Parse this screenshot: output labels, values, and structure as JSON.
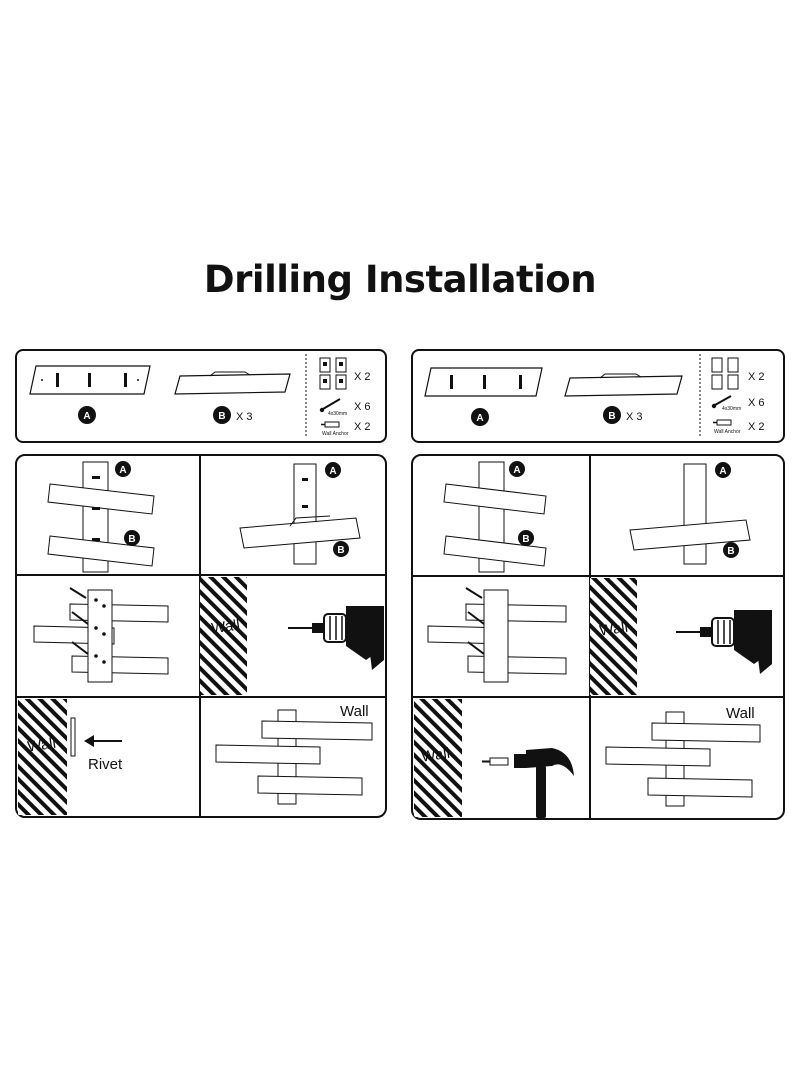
{
  "title": "Drilling Installation",
  "labels": {
    "part_a": "A",
    "part_b": "B",
    "times_two": "X 2",
    "times_three": "X 3",
    "times_six": "X 6",
    "screw": "4x30mm",
    "wall_anchor": "Wall Anchor",
    "wall": "Wall",
    "rivet": "Rivet"
  },
  "colors": {
    "ink": "#111111",
    "paper": "#ffffff"
  },
  "icons": [
    "drill-icon",
    "hammer-icon",
    "arrow-left-icon",
    "screw-icon",
    "wall-anchor-icon"
  ]
}
